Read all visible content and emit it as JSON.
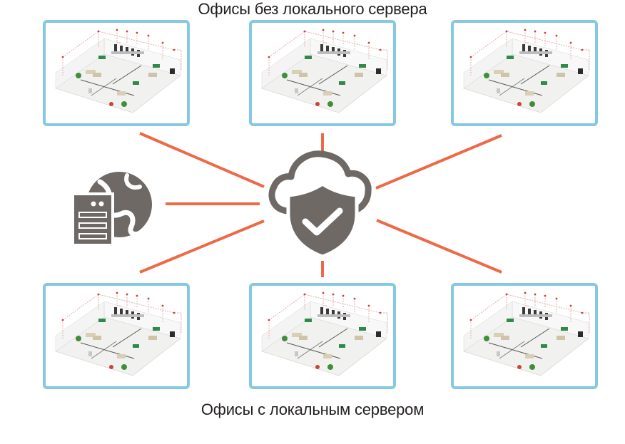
{
  "captions": {
    "top": "Офисы без локального сервера",
    "bottom": "Офисы с локальным сервером"
  },
  "colors": {
    "connector": "#ec6a45",
    "frame": "#84c8e2",
    "icon": "#6f6966",
    "wire": "#e0a5a5"
  },
  "icons": {
    "center": "cloud-shield-check-icon",
    "left": "server-globe-icon"
  },
  "offices": {
    "top": [
      "office-plan",
      "office-plan",
      "office-plan"
    ],
    "bottom": [
      "office-plan",
      "office-plan",
      "office-plan"
    ]
  }
}
